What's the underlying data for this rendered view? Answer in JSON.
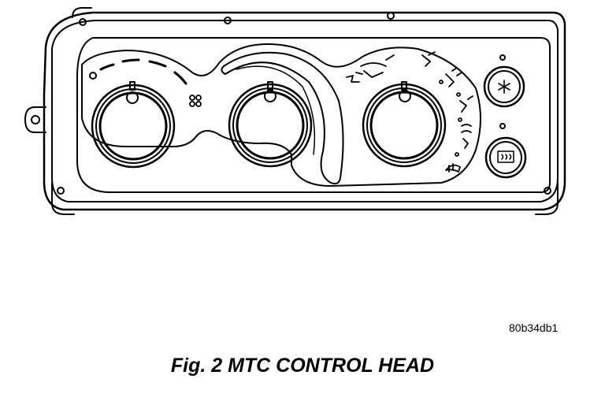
{
  "figure": {
    "reference_code": "80b34db1",
    "caption": "Fig. 2 MTC CONTROL HEAD"
  },
  "line_color": "#000000",
  "background_color": "#ffffff",
  "controls": [
    {
      "name": "blower-speed-knob",
      "icon": "fan-icon"
    },
    {
      "name": "temperature-knob",
      "icon": "temperature-slot"
    },
    {
      "name": "mode-knob",
      "icon": "airflow-mode-icons"
    },
    {
      "name": "air-conditioning-button",
      "icon": "snowflake-icon"
    },
    {
      "name": "rear-defrost-button",
      "icon": "rear-defrost-icon"
    }
  ]
}
